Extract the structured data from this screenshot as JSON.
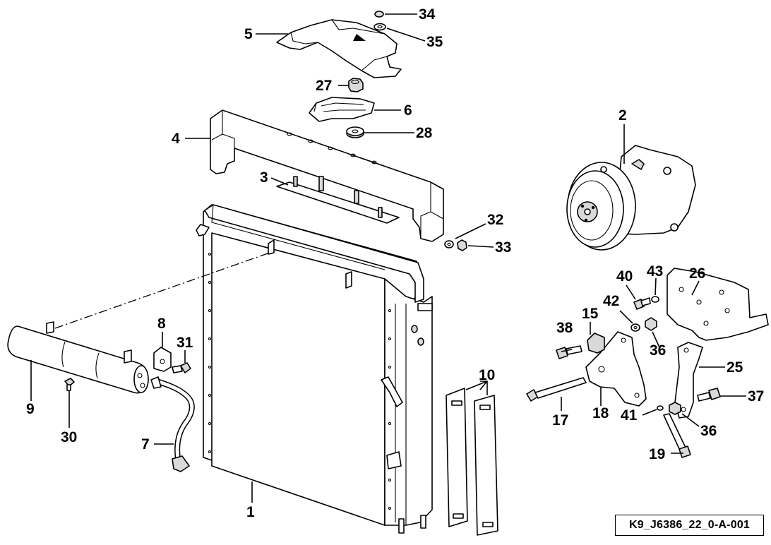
{
  "reference_code": "K9_J6386_22_0-A-001",
  "callouts": {
    "c1": "1",
    "c2": "2",
    "c3": "3",
    "c4": "4",
    "c5": "5",
    "c6": "6",
    "c7": "7",
    "c8": "8",
    "c9": "9",
    "c10": "10",
    "c15": "15",
    "c17": "17",
    "c18": "18",
    "c19": "19",
    "c25": "25",
    "c26": "26",
    "c27": "27",
    "c28": "28",
    "c30": "30",
    "c31": "31",
    "c32": "32",
    "c33": "33",
    "c34": "34",
    "c35": "35",
    "c36a": "36",
    "c36b": "36",
    "c37": "37",
    "c38": "38",
    "c40": "40",
    "c41": "41",
    "c42": "42",
    "c43": "43"
  }
}
